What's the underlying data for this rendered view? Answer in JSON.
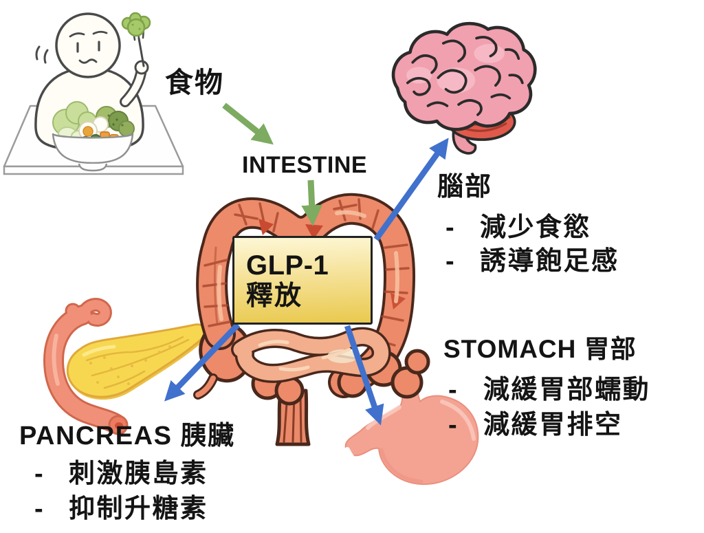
{
  "background_color": "#ffffff",
  "colors": {
    "text": "#141414",
    "green_arrow": "#7cab61",
    "blue_arrow": "#4071cc",
    "glp1_box_border": "#222222",
    "glp1_box_top": "#fdf7d6",
    "glp1_box_bottom": "#e9c94e",
    "intestine_fill": "#ec8a6a",
    "intestine_outline": "#4a281c",
    "small_intestine_fill": "#f2ae8d",
    "brain_fill": "#f1a0af",
    "cerebellum_fill": "#e05a4b",
    "pancreas_fill": "#f7d750",
    "duodenum_fill": "#f09078",
    "stomach_fill": "#f4a392"
  },
  "flow": {
    "food_label": "食物",
    "intestine_label": "INTESTINE",
    "glp1_box": {
      "line1": "GLP-1",
      "line2": "釋放"
    },
    "bullet_marker": "-"
  },
  "targets": {
    "brain": {
      "title": "腦部",
      "bullets": [
        "減少食慾",
        "誘導飽足感"
      ]
    },
    "stomach": {
      "title": "STOMACH 胃部",
      "bullets": [
        "減緩胃部蠕動",
        "減緩胃排空"
      ]
    },
    "pancreas": {
      "title": "PANCREAS 胰臟",
      "bullets": [
        "刺激胰島素",
        "抑制升糖素"
      ]
    }
  }
}
